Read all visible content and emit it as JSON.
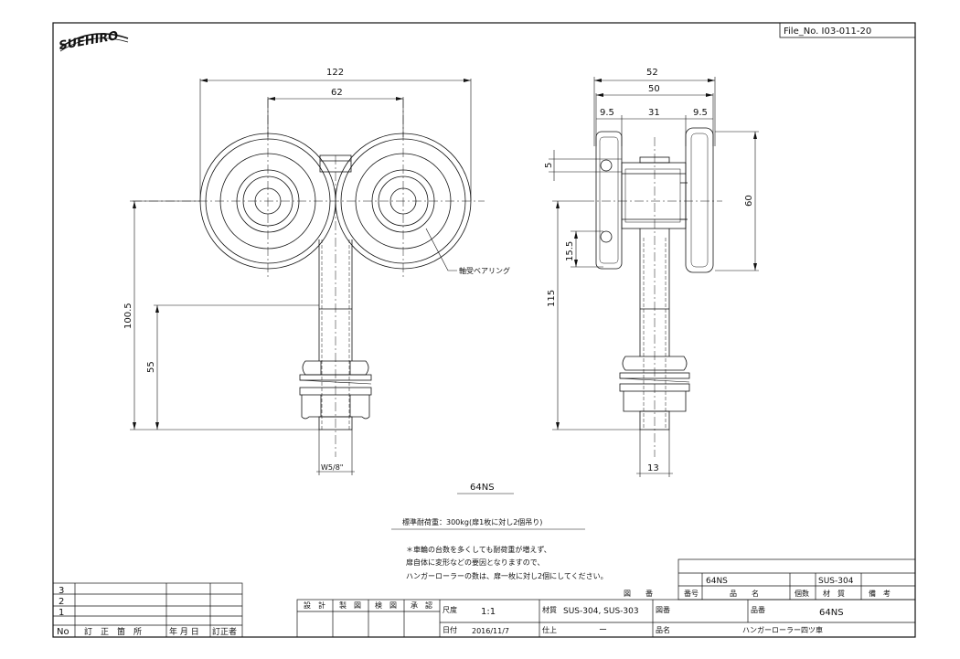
{
  "logo_text": "SUEHIRO",
  "file_no": "File_No. I03-011-20",
  "front_view": {
    "dims": {
      "overall_width": "122",
      "wheel_pitch": "62",
      "height_total": "100.5",
      "thread_length": "55",
      "thread_size": "W5/8\""
    },
    "bearing_label": "軸受ベアリング"
  },
  "side_view": {
    "dims": {
      "overall_depth": "52",
      "inner_depth": "50",
      "flange_left": "9.5",
      "center_gap": "31",
      "flange_right": "9.5",
      "top_offset": "5",
      "wheel_diameter": "60",
      "bearing_offset": "15.5",
      "height_total": "115",
      "nut_width": "13"
    }
  },
  "model_label": "64NS",
  "notes": {
    "load": "標準耐荷重：300kg(扉1枚に対し2個吊り)",
    "lines": [
      "＊車輪の台数を多くしても耐荷重が増えず、",
      "扉自体に変形などの要因となりますので、",
      "ハンガーローラーの数は、扉一枚に対し2個にしてください。"
    ]
  },
  "revision_table": {
    "rows": [
      "3",
      "2",
      "1"
    ],
    "header": {
      "no": "No",
      "content": "訂　正　箇　所",
      "date": "年 月 日",
      "by": "訂正者"
    }
  },
  "title_block": {
    "sign_headers": [
      "設　計",
      "製　図",
      "検　図",
      "承　認"
    ],
    "scale_label": "尺度",
    "scale": "1:1",
    "date_label": "日付",
    "date": "2016/11/7",
    "material_label": "材質",
    "material": "SUS-304, SUS-303",
    "finish_label": "仕上",
    "finish": "ー",
    "drawing_no_label": "図番",
    "product_no_label": "品番",
    "product_no": "64NS",
    "product_name_label": "品名",
    "product_name": "ハンガーローラー四ツ車"
  },
  "parts_list": {
    "headers": [
      "図　　番",
      "番号",
      "品　　名",
      "個数",
      "材　質",
      "備　考"
    ],
    "row": {
      "name": "64NS",
      "material": "SUS-304"
    }
  }
}
